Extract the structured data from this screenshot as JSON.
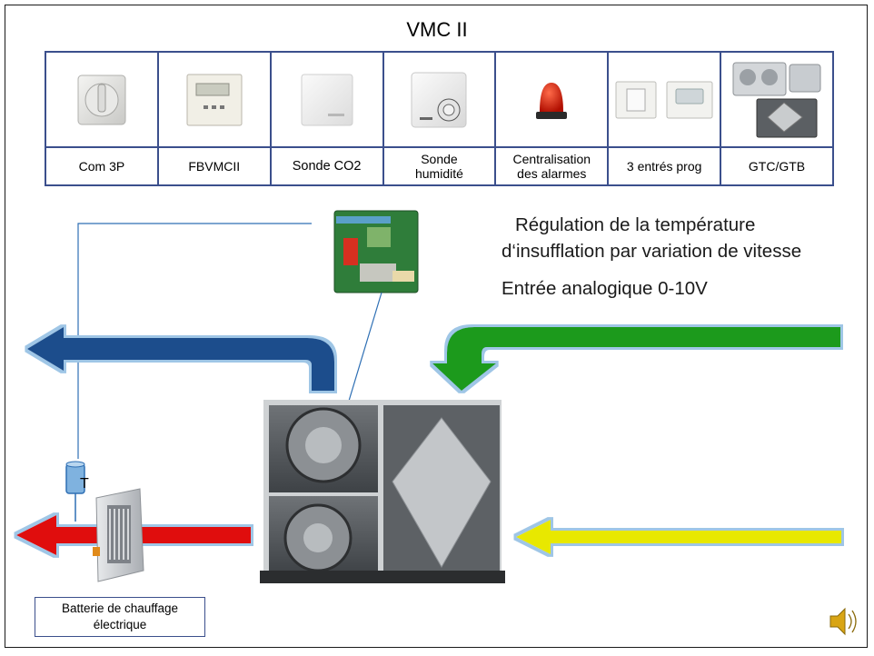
{
  "title": "VMC II",
  "devices": [
    {
      "label": "Com 3P",
      "icon": "rotary-switch-icon"
    },
    {
      "label": "FBVMCII",
      "icon": "remote-control-display-icon"
    },
    {
      "label": "Sonde CO2",
      "icon": "co2-sensor-icon"
    },
    {
      "label": "Sonde\nhumidité",
      "icon": "humidity-sensor-icon"
    },
    {
      "label": "Centralisation\ndes alarmes",
      "icon": "alarm-beacon-icon"
    },
    {
      "label": "3 entrés prog",
      "icon": "switch-and-motion-detector-icon"
    },
    {
      "label": "GTC/GTB",
      "icon": "air-handling-units-icon"
    }
  ],
  "regulation_line1": "Régulation de la température",
  "regulation_line2": "d‘insufflation par variation de vitesse",
  "analog_input": "Entrée analogique 0-10V",
  "sensor_letter": "T",
  "heater_caption_line1": "Batterie de chauffage",
  "heater_caption_line2": "électrique",
  "colors": {
    "blue_arrow": "#1f4e8c",
    "green_arrow": "#1e9a1e",
    "red_arrow": "#e01010",
    "yellow_arrow": "#e8e800",
    "table_border": "#3b4f8c"
  }
}
